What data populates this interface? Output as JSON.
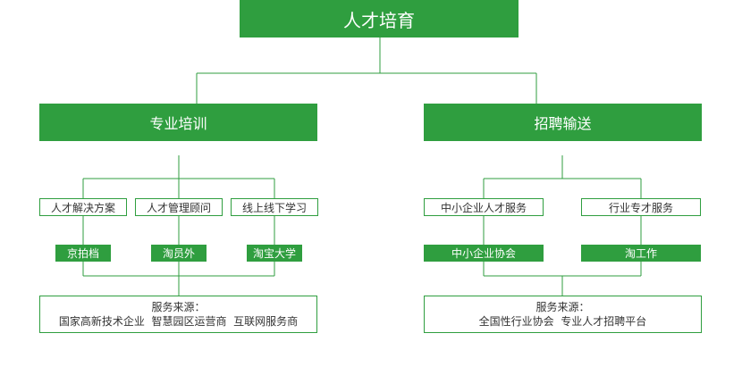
{
  "root": "人才培育",
  "branches": {
    "training": {
      "title": "专业培训",
      "items": [
        {
          "service": "人才解决方案",
          "product": "京拍档"
        },
        {
          "service": "人才管理顾问",
          "product": "淘员外"
        },
        {
          "service": "线上线下学习",
          "product": "淘宝大学"
        }
      ],
      "source_label": "服务来源：",
      "source_text": "国家高新技术企业  智慧园区运营商  互联网服务商"
    },
    "recruit": {
      "title": "招聘输送",
      "items": [
        {
          "service": "中小企业人才服务",
          "product": "中小企业协会"
        },
        {
          "service": "行业专才服务",
          "product": "淘工作"
        }
      ],
      "source_label": "服务来源：",
      "source_text": "全国性行业协会  专业人才招聘平台"
    }
  },
  "colors": {
    "accent": "#2f9e3f",
    "line": "#2f9e3f",
    "text": "#333333"
  }
}
